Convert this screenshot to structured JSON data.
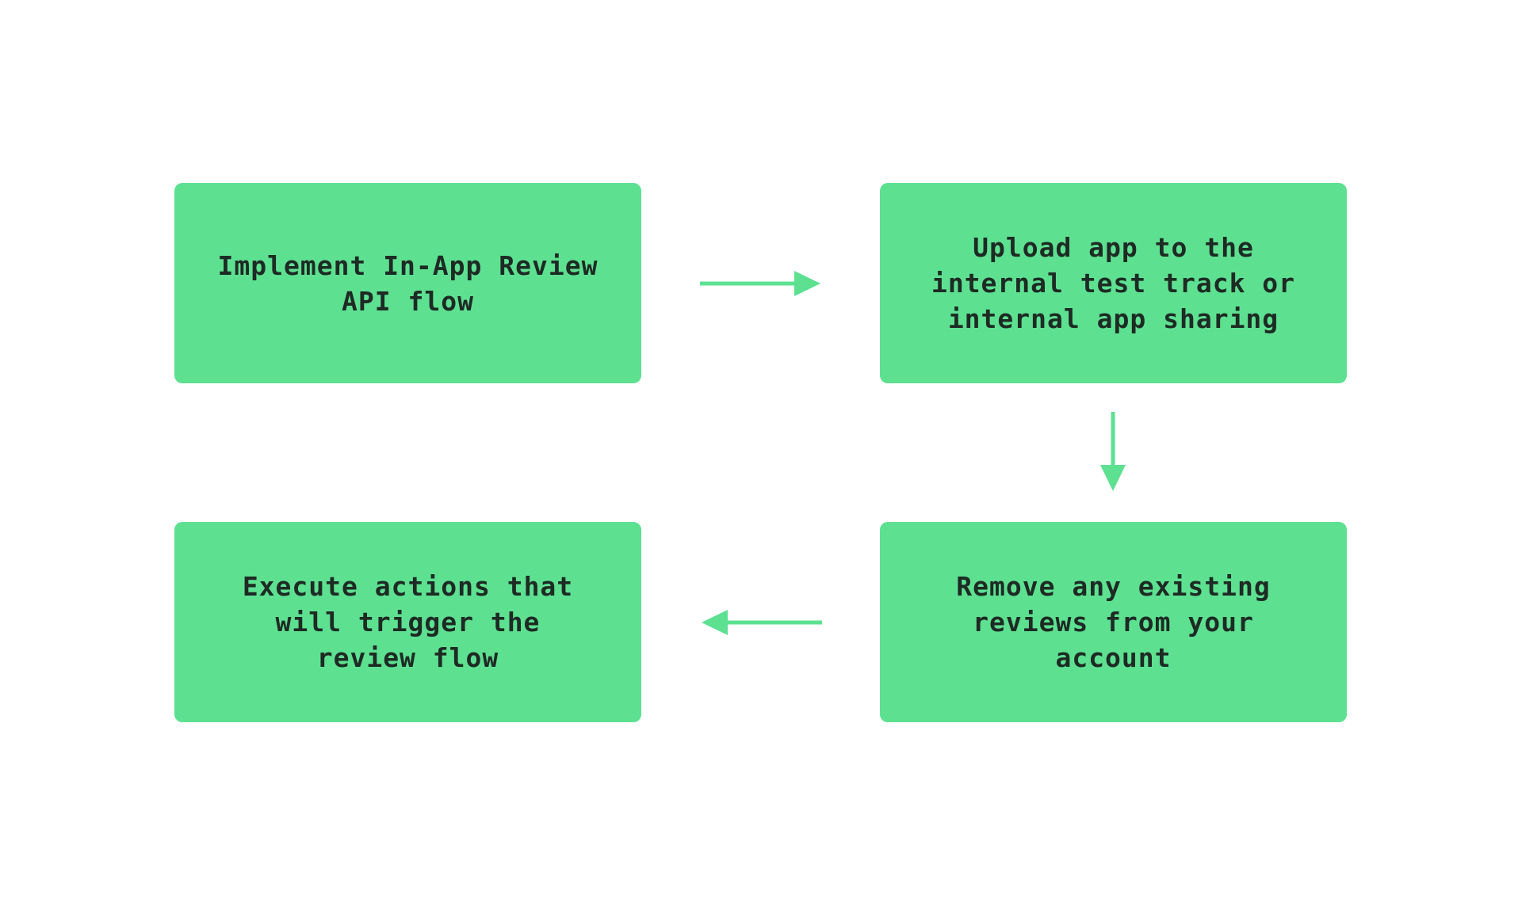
{
  "colors": {
    "box_fill": "#5de191",
    "arrow": "#5de191",
    "text": "#1e2a24",
    "background": "#ffffff"
  },
  "steps": [
    {
      "label": "Implement In-App Review\nAPI flow"
    },
    {
      "label": "Upload app to the\ninternal test track or\ninternal app sharing"
    },
    {
      "label": "Remove any existing\nreviews from your\naccount"
    },
    {
      "label": "Execute actions that\nwill trigger the\nreview flow"
    }
  ],
  "arrows": [
    {
      "from": 1,
      "to": 2,
      "direction": "right"
    },
    {
      "from": 2,
      "to": 3,
      "direction": "down"
    },
    {
      "from": 3,
      "to": 4,
      "direction": "left"
    }
  ]
}
